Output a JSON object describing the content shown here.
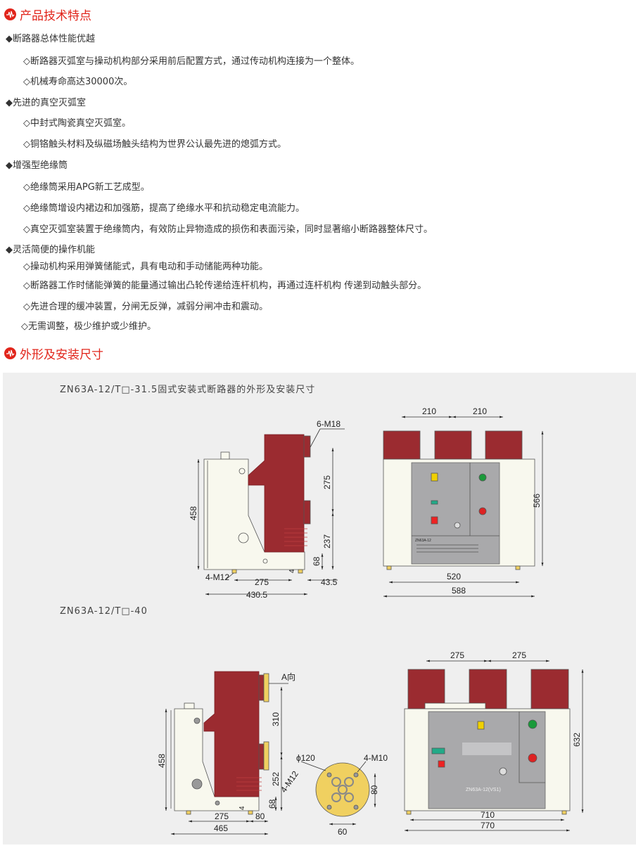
{
  "section1": {
    "title": "产品技术特点",
    "icon": "waveform-icon",
    "color": "#e1251b"
  },
  "features": [
    {
      "heading": "◆断路器总体性能优越",
      "items": [
        "◇断路器灭弧室与操动机构部分采用前后配置方式，通过传动机构连接为一个整体。",
        "◇机械寿命高达30000次。"
      ]
    },
    {
      "heading": "◆先进的真空灭弧室",
      "items": [
        "◇中封式陶瓷真空灭弧室。",
        "◇铜铬触头材料及纵磁场触头结构为世界公认最先进的熄弧方式。"
      ]
    },
    {
      "heading": "◆增强型绝缘筒",
      "items": [
        "◇绝缘筒采用APG新工艺成型。",
        "◇绝缘筒增设内裙边和加强筋，提高了绝缘水平和抗动稳定电流能力。",
        "◇真空灭弧室装置于绝缘筒内，有效防止异物造成的损伤和表面污染，同时显著缩小断路器整体尺寸。"
      ]
    },
    {
      "heading": "◆灵活简便的操作机能",
      "items": [
        "◇操动机构采用弹簧储能式，具有电动和手动储能两种功能。",
        "◇断路器工作时储能弹簧的能量通过输出凸轮传递给连杆机构，再通过连杆机构 传递到动触头部分。",
        "◇先进合理的缓冲装置，分闸无反弹，减弱分闸冲击和震动。",
        "◇无需调整，极少维护或少维护。"
      ]
    }
  ],
  "section2": {
    "title": "外形及安装尺寸"
  },
  "drawing1": {
    "caption": "ZN63A-12/T□-31.5固式安装式断路器的外形及安装尺寸",
    "side": {
      "m18": "6-M18",
      "d275v": "275",
      "d237": "237",
      "d458": "458",
      "d68": "68",
      "d4": "4",
      "m12": "4-M12",
      "d275": "275",
      "d43": "43.5",
      "d430": "430.5"
    },
    "front": {
      "d210a": "210",
      "d210b": "210",
      "d566": "566",
      "d520": "520",
      "d588": "588",
      "model": "ZN63A-12"
    }
  },
  "drawing2": {
    "caption": "ZN63A-12/T□-40",
    "side": {
      "a": "A向",
      "d310": "310",
      "d252": "252",
      "m12": "4-M12",
      "d458": "458",
      "d68": "68",
      "d4": "4",
      "d275": "275",
      "d80": "80",
      "d465": "465"
    },
    "flange": {
      "phi": "ϕ120",
      "m10": "4-M10",
      "d80": "80",
      "d60": "60"
    },
    "front": {
      "d275a": "275",
      "d275b": "275",
      "d632": "632",
      "d710": "710",
      "d770": "770",
      "model": "ZN63A-12(VS1)"
    }
  },
  "colors": {
    "red": "#9b2b30",
    "body": "#f8f8ee",
    "panel": "#a9a9ab",
    "yellow": "#f0d060"
  }
}
